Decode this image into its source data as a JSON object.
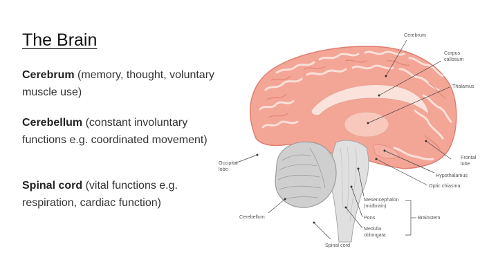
{
  "slide": {
    "title": "The Brain",
    "items": [
      {
        "term": "Cerebrum",
        "desc": " (memory, thought, voluntary muscle use)"
      },
      {
        "term": "Cerebellum",
        "desc": " (constant involuntary functions e.g. coordinated movement)"
      },
      {
        "term": "Spinal cord",
        "desc": " (vital functions e.g. respiration, cardiac function)"
      }
    ]
  },
  "diagram": {
    "labels": {
      "cerebrum": "Cerebrum",
      "corpus_callosum_1": "Corpus",
      "corpus_callosum_2": "callosum",
      "thalamus": "Thalamus",
      "frontal_lobe_1": "Frontal",
      "frontal_lobe_2": "lobe",
      "hypothalamus": "Hypothalamus",
      "optic_chiasma": "Optic chiasma",
      "occipital_lobe_1": "Occipital",
      "occipital_lobe_2": "lobe",
      "mesencephalon_1": "Mesencephalon",
      "mesencephalon_2": "(midbrain)",
      "brainstem": "Brainstem",
      "pons": "Pons",
      "medulla_1": "Medulla",
      "medulla_2": "oblongata",
      "cerebellum": "Cerebellum",
      "spinal_cord": "Spinal cord"
    },
    "colors": {
      "cortex": "#f3a596",
      "cortex_light": "#f8c8bc",
      "cortex_dark": "#e07f70",
      "corpus_callosum": "#fbe3dc",
      "cerebellum": "#cfcfcf",
      "cerebellum_dark": "#9c9c9c",
      "brainstem": "#e0e0e0"
    }
  }
}
